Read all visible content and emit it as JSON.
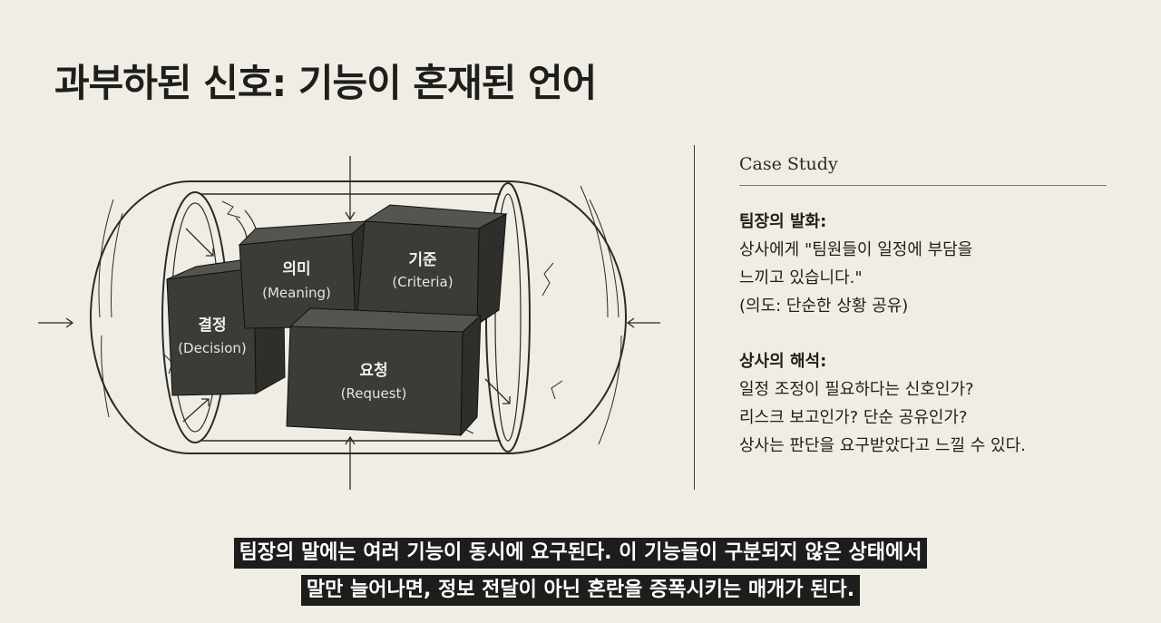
{
  "title": "과부하된 신호: 기능이 혼재된 언어",
  "diagram": {
    "boxes": [
      {
        "ko": "결정",
        "en": "(Decision)"
      },
      {
        "ko": "의미",
        "en": "(Meaning)"
      },
      {
        "ko": "기준",
        "en": "(Criteria)"
      },
      {
        "ko": "요청",
        "en": "(Request)"
      }
    ]
  },
  "case_study": {
    "label": "Case Study",
    "section1": {
      "heading": "팀장의 발화:",
      "lines": [
        "상사에게 \"팀원들이 일정에 부담을",
        "느끼고 있습니다.\"",
        "(의도: 단순한 상황 공유)"
      ]
    },
    "section2": {
      "heading": "상사의 해석:",
      "lines": [
        "일정 조정이 필요하다는 신호인가?",
        "리스크 보고인가? 단순 공유인가?",
        "상사는 판단을 요구받았다고 느낄 수 있다."
      ]
    }
  },
  "captions": [
    "팀장의 말에는 여러 기능이 동시에 요구된다. 이 기능들이 구분되지 않은 상태에서",
    "말만 늘어나면, 정보 전달이 아닌 혼란을 증폭시키는 매개가 된다."
  ]
}
